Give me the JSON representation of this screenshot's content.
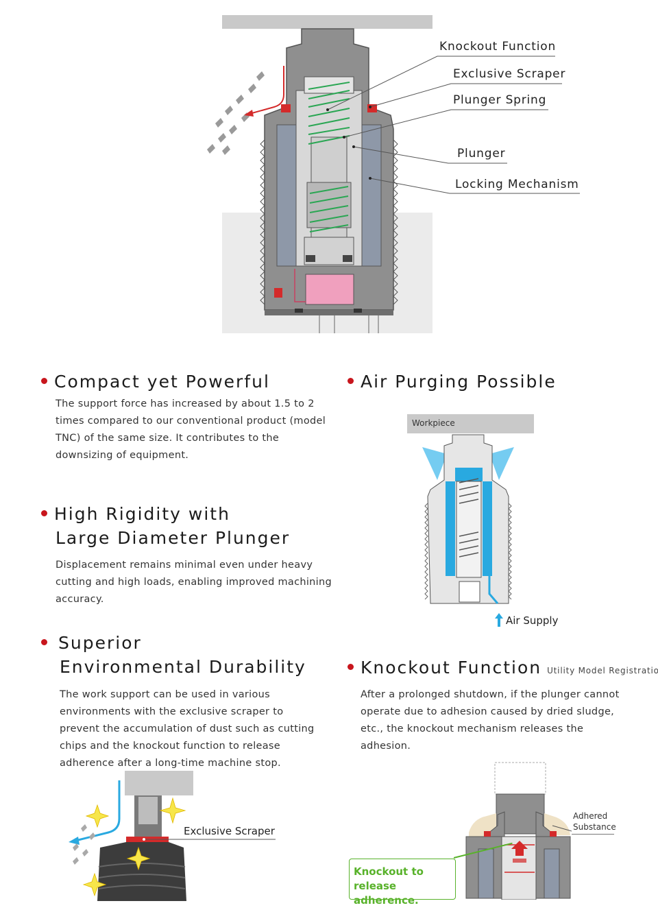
{
  "callouts": {
    "knockout_function": "Knockout Function",
    "exclusive_scraper": "Exclusive Scraper",
    "plunger_spring": "Plunger Spring",
    "plunger": "Plunger",
    "locking_mechanism": "Locking Mechanism"
  },
  "features": [
    {
      "title": "Compact yet Powerful",
      "text": "The support force has increased by about 1.5 to 2 times compared to our conventional product (model TNC) of the same size. It contributes to the downsizing of equipment."
    },
    {
      "title_line1": "High Rigidity with",
      "title_line2": "Large Diameter Plunger",
      "text": "Displacement remains minimal even under heavy cutting and high loads, enabling improved machining accuracy."
    },
    {
      "title_line1": "Superior",
      "title_line2": "Environmental Durability",
      "text": "The work support can be used in various environments with the exclusive scraper to prevent the accumulation of dust such as cutting chips and the knockout function to release adherence after a long-time machine stop."
    },
    {
      "title": "Air Purging Possible"
    },
    {
      "title": "Knockout Function",
      "tag": "Utility Model Registration",
      "text": "After a prolonged shutdown, if the plunger cannot operate due to adhesion caused by dried sludge, etc., the knockout mechanism releases the adhesion."
    }
  ],
  "air_purge_diagram": {
    "workpiece_label": "Workpiece",
    "air_supply_label": "Air Supply"
  },
  "scraper_diagram": {
    "label": "Exclusive Scraper"
  },
  "knockout_diagram": {
    "adhered_line1": "Adhered",
    "adhered_line2": "Substance",
    "note_line1": "Knockout to",
    "note_line2": "release adherence."
  },
  "colors": {
    "accent_red": "#c8161d",
    "spring_green": "#2aa653",
    "air_blue": "#29a9e0",
    "note_green": "#58b22a",
    "body_gray": "#8f8f8f",
    "locking_blue_gray": "#8e98a8",
    "pink_chamber": "#f0a0be"
  }
}
